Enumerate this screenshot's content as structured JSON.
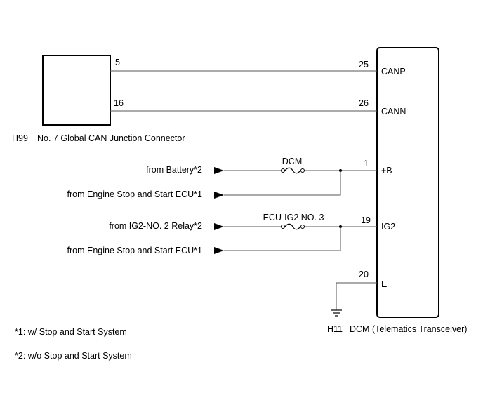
{
  "connector_h99": {
    "code": "H99",
    "name": "No. 7 Global CAN Junction Connector",
    "pin_canp": "5",
    "pin_cann": "16"
  },
  "dcm": {
    "code": "H11",
    "name": "DCM (Telematics Transceiver)",
    "pins": {
      "canp": {
        "num": "25",
        "name": "CANP"
      },
      "cann": {
        "num": "26",
        "name": "CANN"
      },
      "b": {
        "num": "1",
        "name": "+B"
      },
      "ig2": {
        "num": "19",
        "name": "IG2"
      },
      "e": {
        "num": "20",
        "name": "E"
      }
    }
  },
  "fuses": {
    "dcm": "DCM",
    "ecu_ig2": "ECU-IG2 NO. 3"
  },
  "sources": {
    "battery": "from Battery*2",
    "engine_stop_start_1": "from Engine Stop and Start ECU*1",
    "ig2_relay": "from IG2-NO. 2 Relay*2",
    "engine_stop_start_2": "from Engine Stop and Start ECU*1"
  },
  "notes": {
    "note1": "*1: w/ Stop and Start System",
    "note2": "*2: w/o Stop and Start System"
  }
}
